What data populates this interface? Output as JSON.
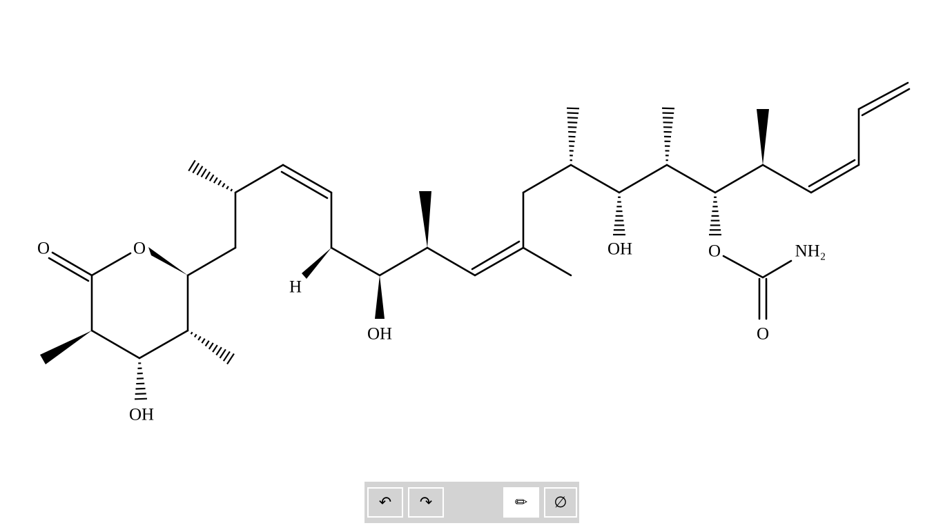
{
  "molecule": {
    "atoms": {
      "carbonyl_o": "O",
      "ring_o": "O",
      "ring_oh": "OH",
      "h_label": "H",
      "oh_1": "OH",
      "oh_2": "OH",
      "carbamate_o": "O",
      "carbamate_nh2": "NH₂",
      "carbamate_carbonyl_o": "O"
    }
  },
  "toolbar": {
    "undo": {
      "icon": "undo-icon",
      "glyph": "↶"
    },
    "redo": {
      "icon": "redo-icon",
      "glyph": "↷"
    },
    "draw": {
      "icon": "pencil-icon",
      "glyph": "✏",
      "active": true
    },
    "clear": {
      "icon": "empty-set-icon",
      "glyph": "∅"
    }
  }
}
